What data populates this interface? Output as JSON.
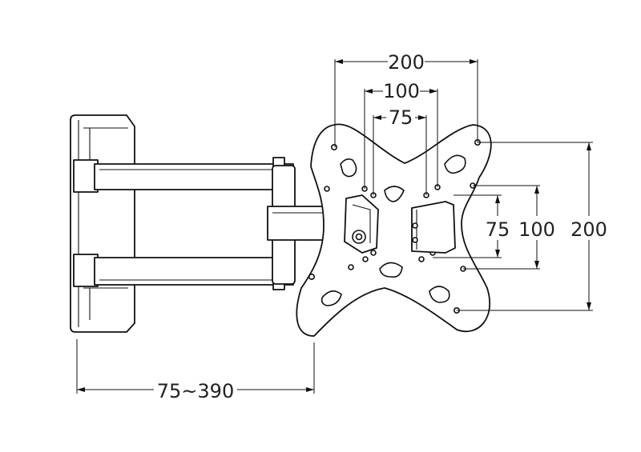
{
  "diagram": {
    "dimensions": {
      "vesa_horizontal": [
        "200",
        "100",
        "75"
      ],
      "vesa_vertical": [
        "75",
        "100",
        "200"
      ],
      "extension_range": "75~390"
    }
  }
}
